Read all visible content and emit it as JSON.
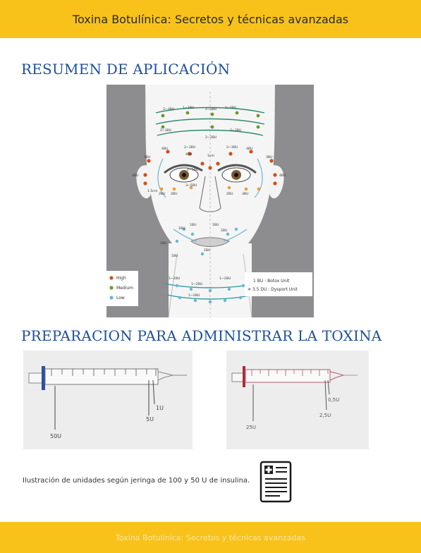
{
  "header": {
    "title": "Toxina Botulínica: Secretos y técnicas avanzadas"
  },
  "section1": {
    "heading": "RESUMEN DE APLICACIÓN"
  },
  "figure": {
    "doses": [
      "2~3BU",
      "1~3BU",
      "2~3BU",
      "2~3BU",
      "2~3BU",
      "2~3BU",
      "2~3BU",
      "4BU",
      "2~3BU",
      "4BU",
      "1cm",
      "2~3BU",
      "4BU",
      "3BU",
      "3BU",
      "4~5BU",
      "4BU",
      "4BU",
      "1.5cm",
      "2BU",
      "2BU",
      "3~5BU",
      "2BU",
      "3BU",
      "1BU",
      "1BU",
      "1BU",
      "1BU",
      "1BU",
      "1BU",
      "1BU",
      "1~2BU",
      "1~2BU",
      "1~2BU",
      "1~2BU"
    ],
    "legend": [
      {
        "label": "High",
        "color": "#d0501a"
      },
      {
        "label": "Medium",
        "color": "#6a9a2a"
      },
      {
        "label": "Low",
        "color": "#6cb5d0"
      }
    ],
    "units_note": [
      "1 BU : Botox Unit",
      "≑ 3.5 DU : Dysport Unit"
    ]
  },
  "section2": {
    "heading": "PREPARACION PARA ADMINISTRAR LA TOXINA"
  },
  "syringe_100": {
    "labels": [
      "1U",
      "5U",
      "50U"
    ]
  },
  "syringe_50": {
    "labels": [
      "0,5U",
      "2,5U",
      "25U"
    ]
  },
  "caption": "Ilustración de unidades según jeringa de 100 y 50 U de insulina.",
  "icons": {
    "document": "medical-record-icon"
  },
  "footer": {
    "text": "Toxina Botulinica: Secretos y técnicas avanzadas"
  }
}
